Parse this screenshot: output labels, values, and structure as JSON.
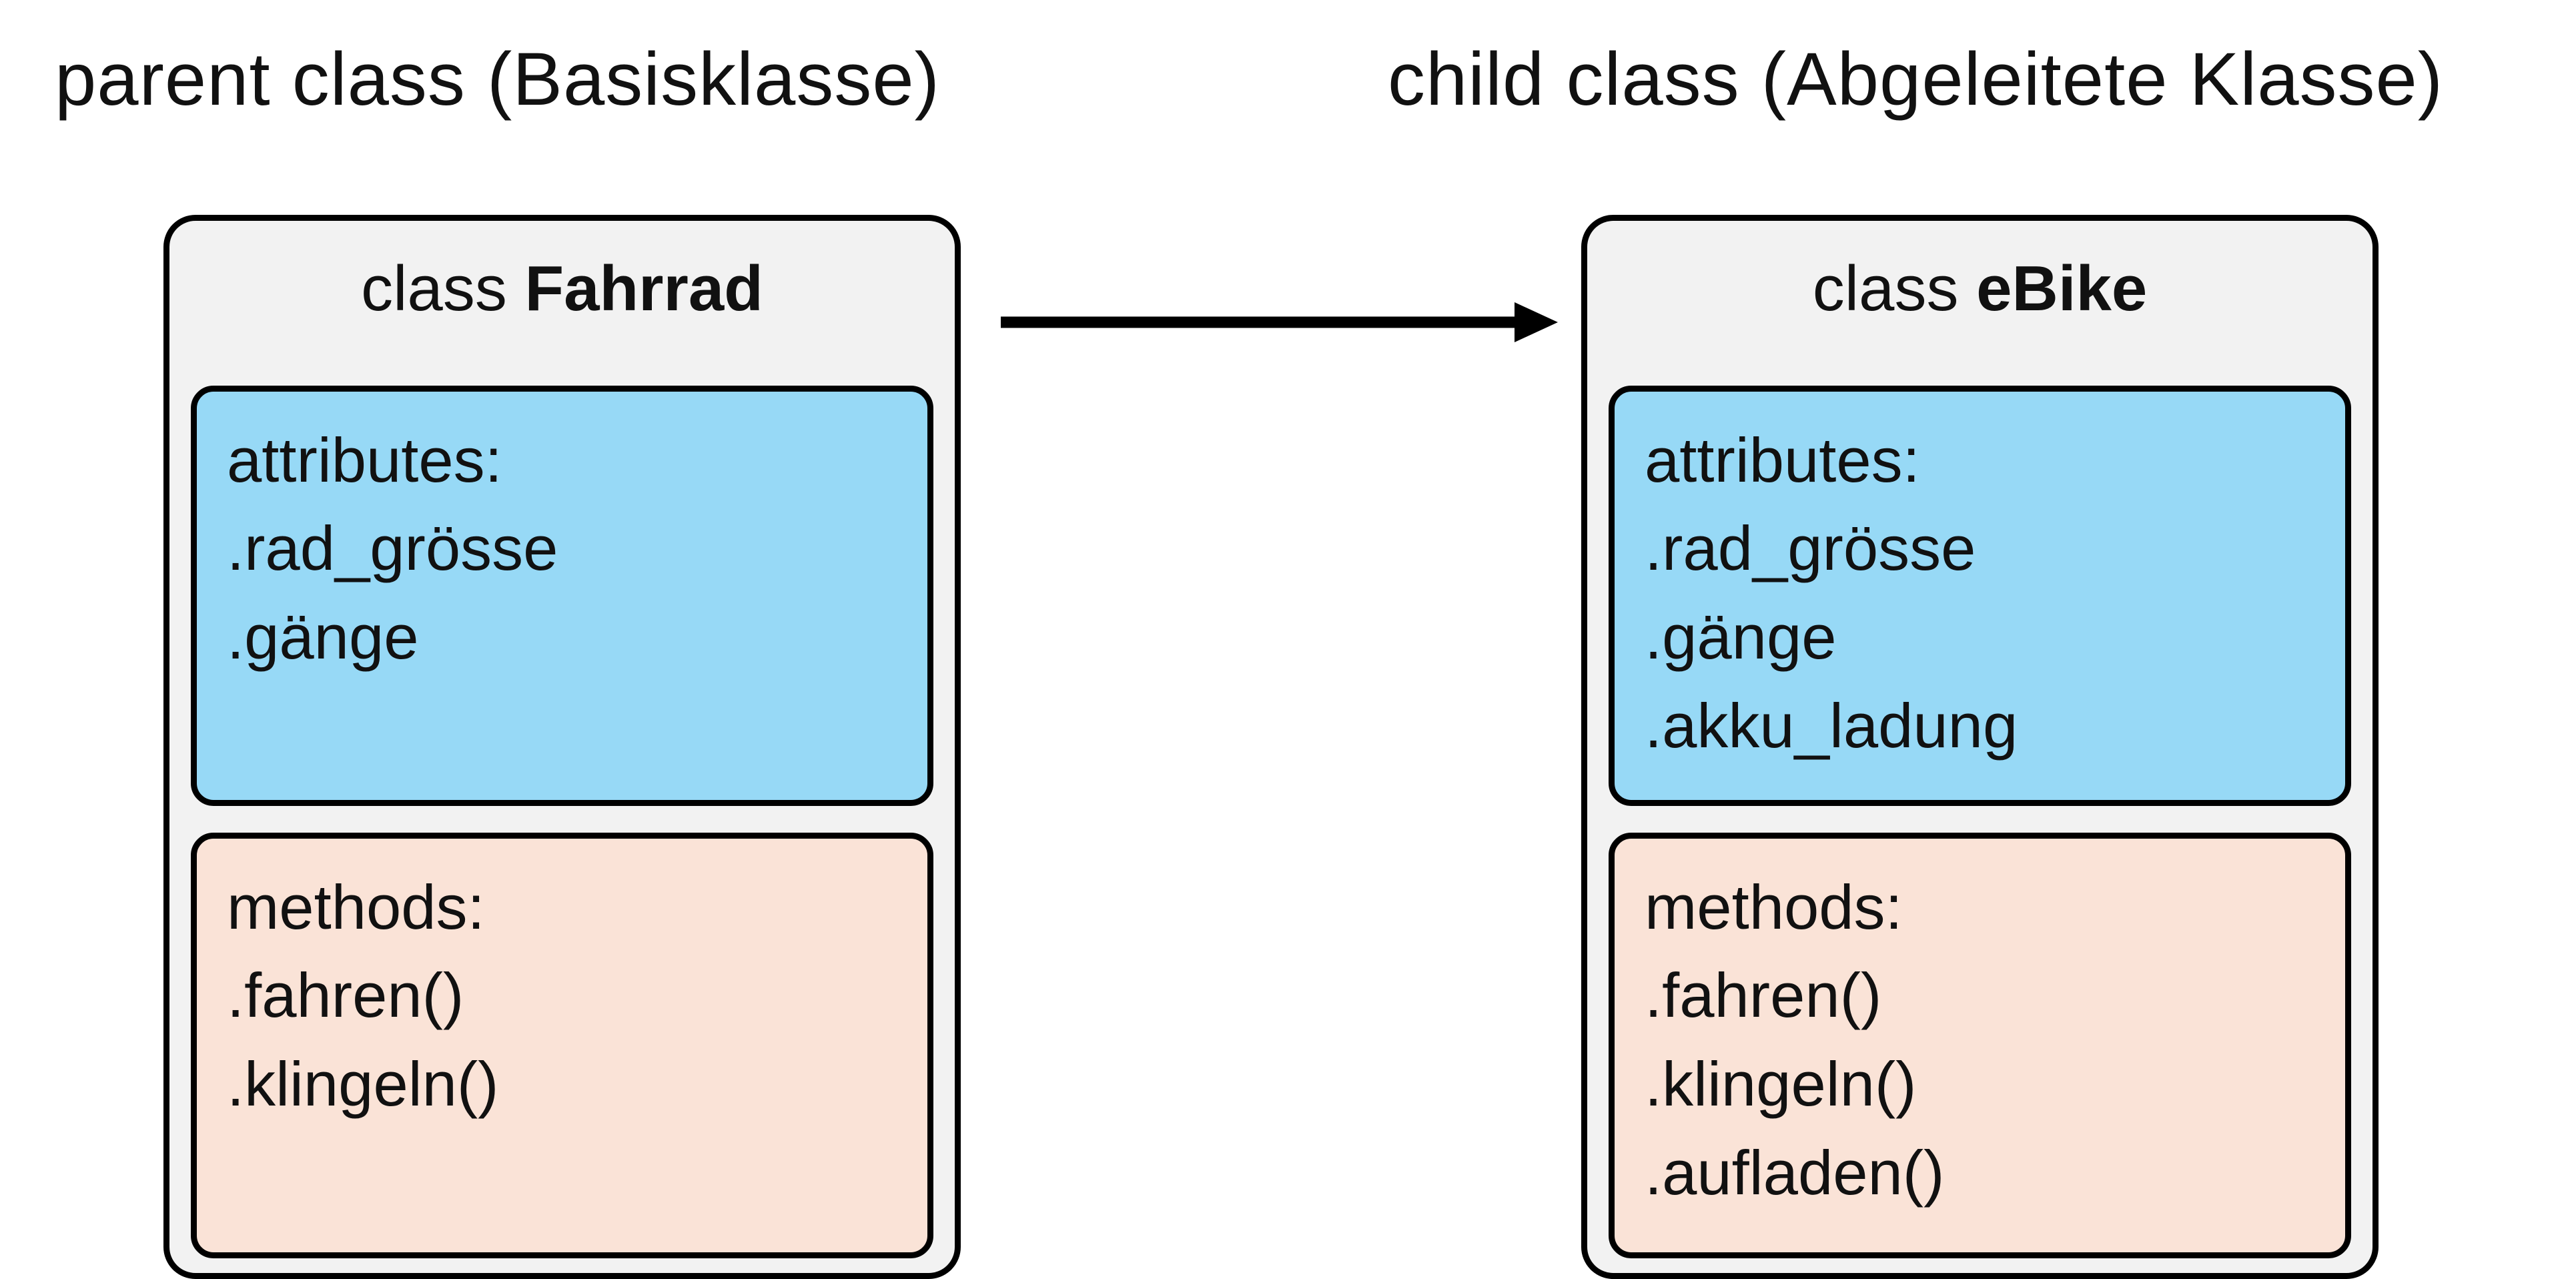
{
  "headings": {
    "parent": "parent class (Basisklasse)",
    "child": "child class (Abgeleitete Klasse)"
  },
  "classes": [
    {
      "keyword": "class ",
      "name": "Fahrrad",
      "attributes_label": "attributes:",
      "attributes": [
        ".rad_grösse",
        ".gänge"
      ],
      "methods_label": "methods:",
      "methods": [
        ".fahren()",
        ".klingeln()"
      ]
    },
    {
      "keyword": "class ",
      "name": "eBike",
      "attributes_label": "attributes:",
      "attributes": [
        ".rad_grösse",
        ".gänge",
        ".akku_ladung"
      ],
      "methods_label": "methods:",
      "methods": [
        ".fahren()",
        ".klingeln()",
        ".aufladen()"
      ]
    }
  ],
  "colors": {
    "class_box_fill": "#f2f2f2",
    "attributes_fill": "#97d9f6",
    "methods_fill": "#fae3d7",
    "outline": "#000000"
  }
}
